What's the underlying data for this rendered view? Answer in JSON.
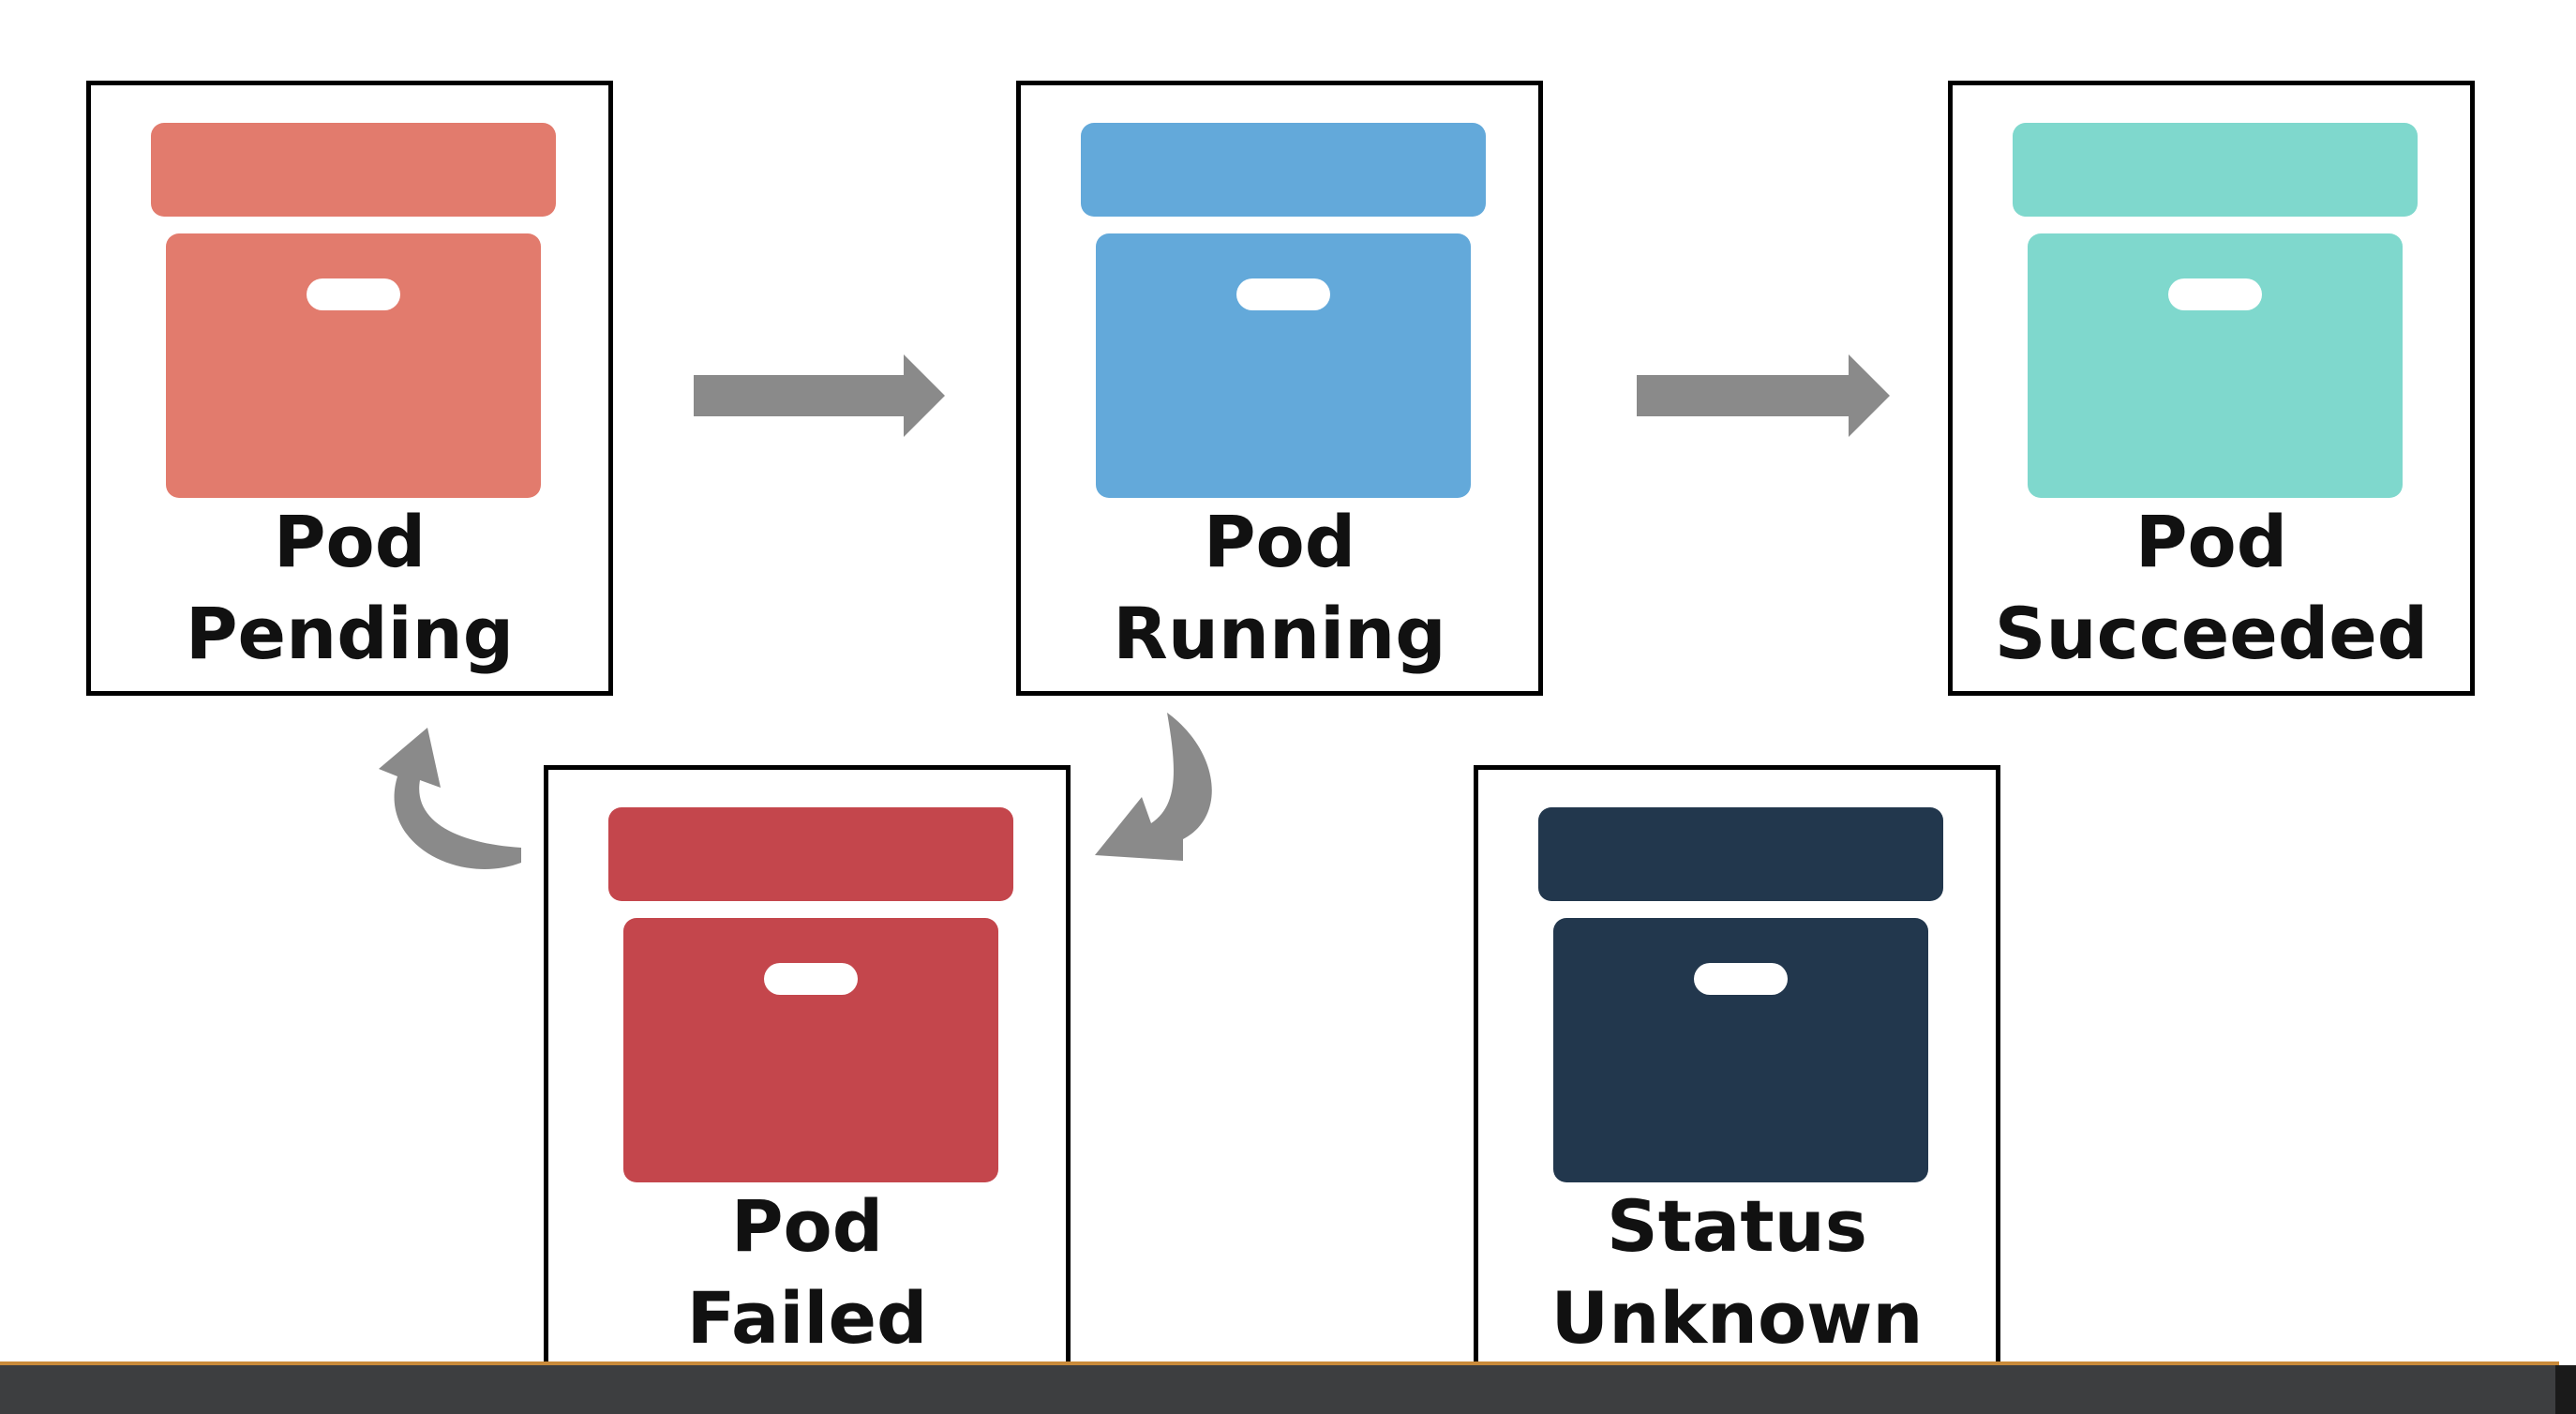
{
  "states": [
    {
      "id": "pending",
      "line1": "Pod",
      "line2": "Pending",
      "color": "#e27b6d",
      "icon": "box-icon"
    },
    {
      "id": "running",
      "line1": "Pod",
      "line2": "Running",
      "color": "#63a9da",
      "icon": "box-icon"
    },
    {
      "id": "succeeded",
      "line1": "Pod",
      "line2": "Succeeded",
      "color": "#7fd8cd",
      "icon": "box-icon"
    },
    {
      "id": "failed",
      "line1": "Pod",
      "line2": "Failed",
      "color": "#c4464c",
      "icon": "box-icon"
    },
    {
      "id": "unknown",
      "line1": "Status",
      "line2": "Unknown",
      "color": "#22374d",
      "icon": "box-icon"
    }
  ],
  "transitions": [
    {
      "from": "pending",
      "to": "running"
    },
    {
      "from": "running",
      "to": "succeeded"
    },
    {
      "from": "running",
      "to": "failed"
    },
    {
      "from": "failed",
      "to": "pending"
    }
  ],
  "arrow_color": "#8a8a8a"
}
